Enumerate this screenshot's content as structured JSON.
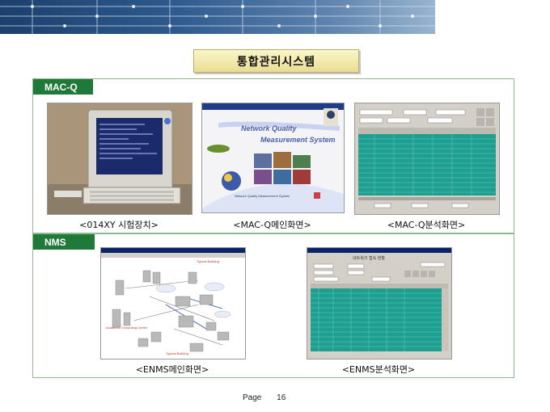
{
  "title": "통합관리시스템",
  "sections": {
    "mac": {
      "label": "MAC-Q"
    },
    "nms": {
      "label": "NMS"
    }
  },
  "captions": {
    "device": "<014XY 시험장치>",
    "macq_main": "<MAC-Q메인화면>",
    "macq_analysis": "<MAC-Q분석화면>",
    "enms_main": "<ENMS메인화면>",
    "enms_analysis": "<ENMS분석화면>"
  },
  "macq_main_screen": {
    "line1": "Network Quality",
    "line2": "Measurement System",
    "tagline": "Network Quality Measurement System"
  },
  "enms_main_screen": {
    "label_top": "Typical Building",
    "label_mid": "Academic Computing Center",
    "label_bottom": "Typical Building"
  },
  "enms_analysis_screen": {
    "heading": "네트워크 접속 현황"
  },
  "footer": {
    "page_label": "Page",
    "page_number": "16"
  },
  "colors": {
    "section_label": "#1f7a3a",
    "section_border": "#8fb98f",
    "title_fill": "#f4edb4",
    "grid_teal": "#1f9f8f"
  }
}
